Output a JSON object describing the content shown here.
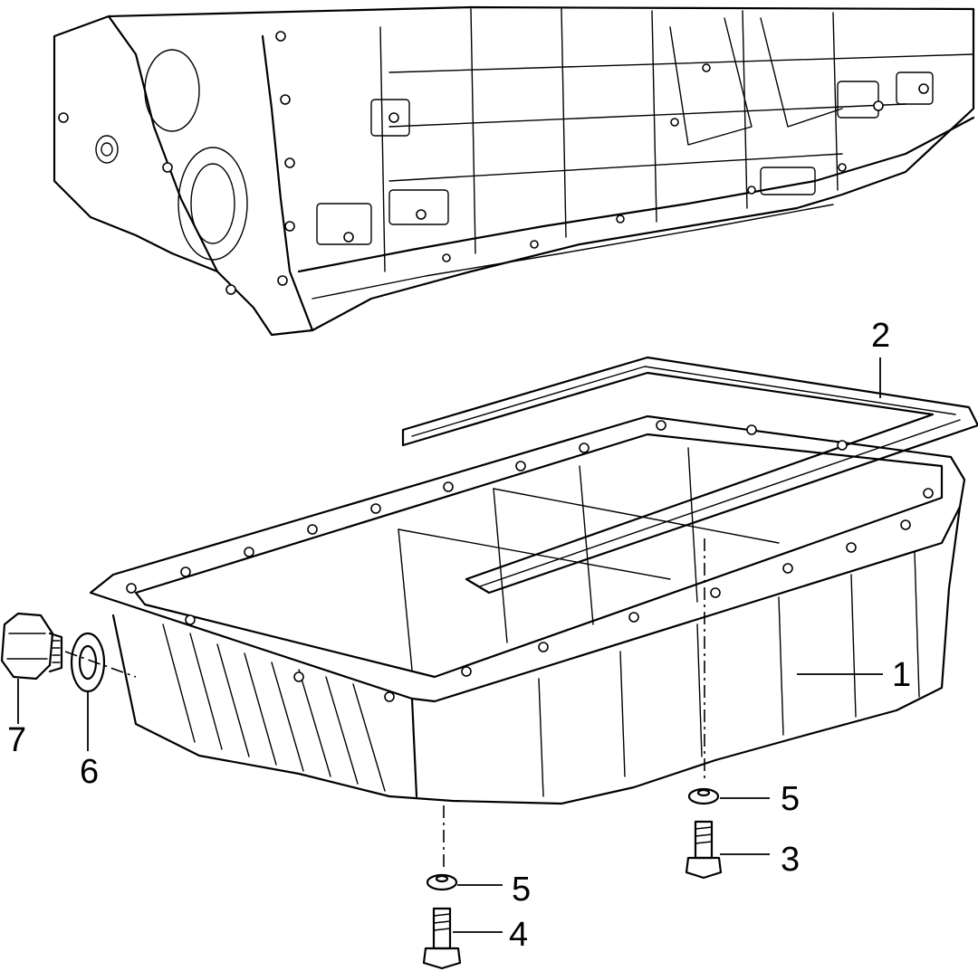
{
  "callouts": {
    "oil_pan": "1",
    "gasket": "2",
    "bolt_long": "3",
    "bolt_short": "4",
    "washer_right": "5",
    "washer_left": "5",
    "seal_ring": "6",
    "drain_plug": "7"
  }
}
